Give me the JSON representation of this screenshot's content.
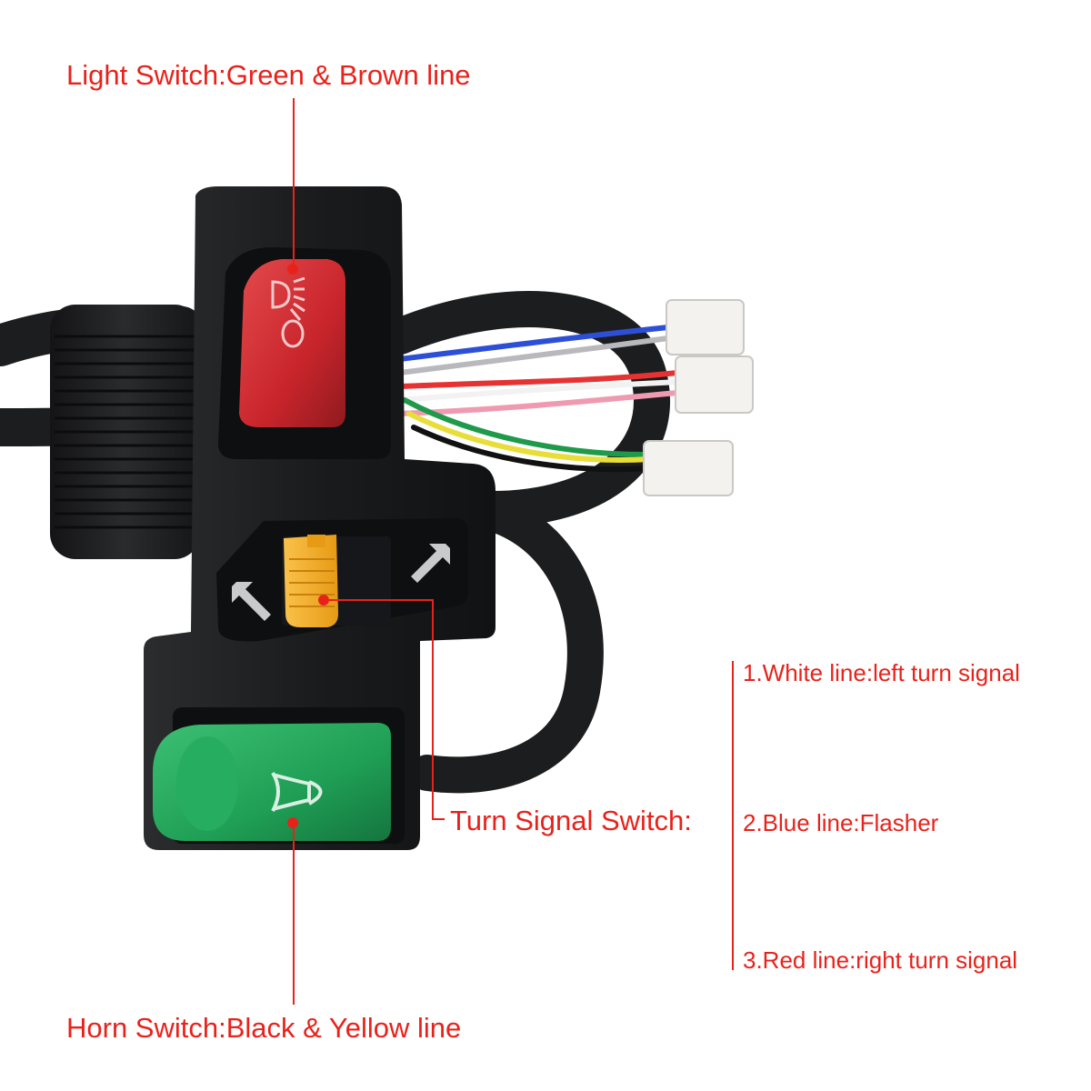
{
  "colors": {
    "label_red": "#e8221b",
    "leader_line": "#e8221b",
    "housing": "#1b1c1e",
    "light_button": "#d42b31",
    "turn_button": "#f5b42e",
    "horn_button": "#21a45a"
  },
  "labels": {
    "light_switch": "Light Switch:Green & Brown line",
    "turn_signal_switch": "Turn Signal Switch:",
    "horn_switch": "Horn Switch:Black & Yellow line"
  },
  "turn_signal_wires": [
    {
      "text": "1.White line:left turn signal"
    },
    {
      "text": "2.Blue line:Flasher"
    },
    {
      "text": "3.Red line:right turn signal"
    }
  ],
  "icons": {
    "light_button": "headlight-icon",
    "light_off": "ring-icon",
    "turn_left": "arrow-down-left-icon",
    "turn_right": "arrow-up-right-icon",
    "horn": "horn-icon"
  }
}
